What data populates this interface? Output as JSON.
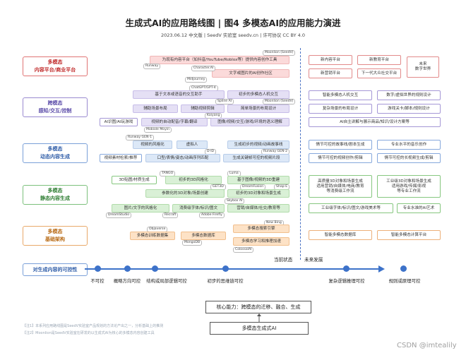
{
  "title": "生成式AI的应用路线图 | 图4 多模态AI的应用能力演进",
  "subtitle": "2023.06.12 中文版 | SeedV 实验室 seedv.cn | 许可协议 CC BY 4.0",
  "rows": {
    "r1": "多模态\n内容平台/商业平台",
    "r2": "跨模态\n感知/交互/控制",
    "r3": "多模态\n动态内容生成",
    "r4": "多模态\n静态内容生成",
    "r5": "多模态\n基础架构",
    "r6": "对生成内容的可控性"
  },
  "boxes": {
    "r1a": "为现有内容平台（如抖音/YouTube/Roblox等）提供内容创作工具",
    "r1b": "文字或图片的AI创作社区",
    "r1c": "新内容平台",
    "r1d": "新教育平台",
    "r1e": "未来\n数字世界",
    "r1f": "新营销平台",
    "r1g": "下一代大众社交平台",
    "r2a": "基于文本或语音的交互助手",
    "r2b": "初步的多模态人机交互",
    "r2c": "辅助场景布局",
    "r2d": "辅助视频剪辑",
    "r2e": "简单场景的布局设计",
    "r2f": "AI识图/AI玩游戏",
    "r2g": "视频的自动配音/字幕/翻译",
    "r2h": "图像/视频/交互/游戏/环境的语义理解",
    "r2i": "智能多模态人机交互",
    "r2j": "数字/虚拟世界的规则设计",
    "r2k": "复杂场景的布局设计",
    "r2l": "游戏关卡/脚本/规则设计",
    "r2m": "AI自主讲解与展示商品/知识/设计方案等",
    "r3a": "视频的风格化",
    "r3b": "虚拟人",
    "r3c": "生成初步的视频/动画故事线",
    "r3d": "视频素材检索/推荐",
    "r3e": "口型/表情/姿态/动画序列匹配",
    "r3f": "生成关键帧可控的视频片段",
    "r3g": "情节可控的故事线/剧本生成",
    "r3h": "专业水平的音乐创作",
    "r3i": "情节可控的视频创作/剪辑",
    "r3j": "情节可控的长视频生成/剪辑",
    "r4a": "3D贴图/材质生成",
    "r4b": "初步的3D风格化",
    "r4c": "基于图像/视频的3D重建",
    "r4d": "参数化的3D对象/场景创建",
    "r4e": "初步的3D对象和场景生成",
    "r4f": "图片/文字的风格化",
    "r4g": "消费级字体/标识/图文",
    "r4h": "营销/自媒体/社交/教育等",
    "r4i": "高质量3D对象和场景生成\n适用营销/自媒体/电商/教育\n等消费级工作流",
    "r4j": "工业级3D对象和场景生成\n适用游戏/传媒/影视\n等专业工作流",
    "r4k": "工业级字体/标识/图文/游戏美术等",
    "r4l": "专业水准的AI艺术",
    "r5a": "多模态搜索引擎",
    "r5b": "多模态训练数据集",
    "r5c": "多模态数据库",
    "r5d": "多模态学习和推理加速",
    "r5e": "智能多模态数据库",
    "r5f": "智能多模态计算平台"
  },
  "tags": {
    "t1": "Moonlion (SeedV)",
    "t2": "Runway",
    "t3": "Character.AI",
    "t4": "Midjourney",
    "t5": "ChatGPT/GPT-4",
    "t6": "Spline AI",
    "t7": "Moonlion (SeedV)",
    "t8": "Kaiyang",
    "t9": "Mobiole Moyin",
    "t10": "Runway GEN-1",
    "t11": "D-ID",
    "t12": "Runway GEN-2",
    "t13": "TANGO",
    "t14": "Luma",
    "t15": "GET3D",
    "t16": "DreamFusion",
    "t17": "Shap-E",
    "t18": "Skybox AI",
    "t19": "DreamStudio",
    "t20": "Recraft",
    "t21": "Adobe Firefly",
    "t22": "Objaverse",
    "t23": "New Bing",
    "t24": "MongoDB",
    "t25": "ColossalAI"
  },
  "states": {
    "current": "当前状态",
    "future": "未来发展"
  },
  "timeline": {
    "ticks": [
      "不可控",
      "概略方向可控",
      "结构或局部逻辑可控",
      "初步的思维链可控",
      "复杂逻辑推理可控",
      "规则或原理可控"
    ]
  },
  "core": {
    "line1": "核心能力：跨模态的迁移、融合、生成",
    "line2": "多模态生成式AI"
  },
  "notes": {
    "n1": "【注1】本系列应用路线图是SeedV实验室产品规划的方法论产出之一，分析基础上的推测",
    "n2": "【注2】Moonlion是SeedV实验室在研发的以生成式AI为核心的多模态内容创建工具"
  },
  "watermark": "CSDN @imtealily",
  "colors": {
    "timeline": "#3d72c9",
    "divider": "#4a72c4"
  }
}
